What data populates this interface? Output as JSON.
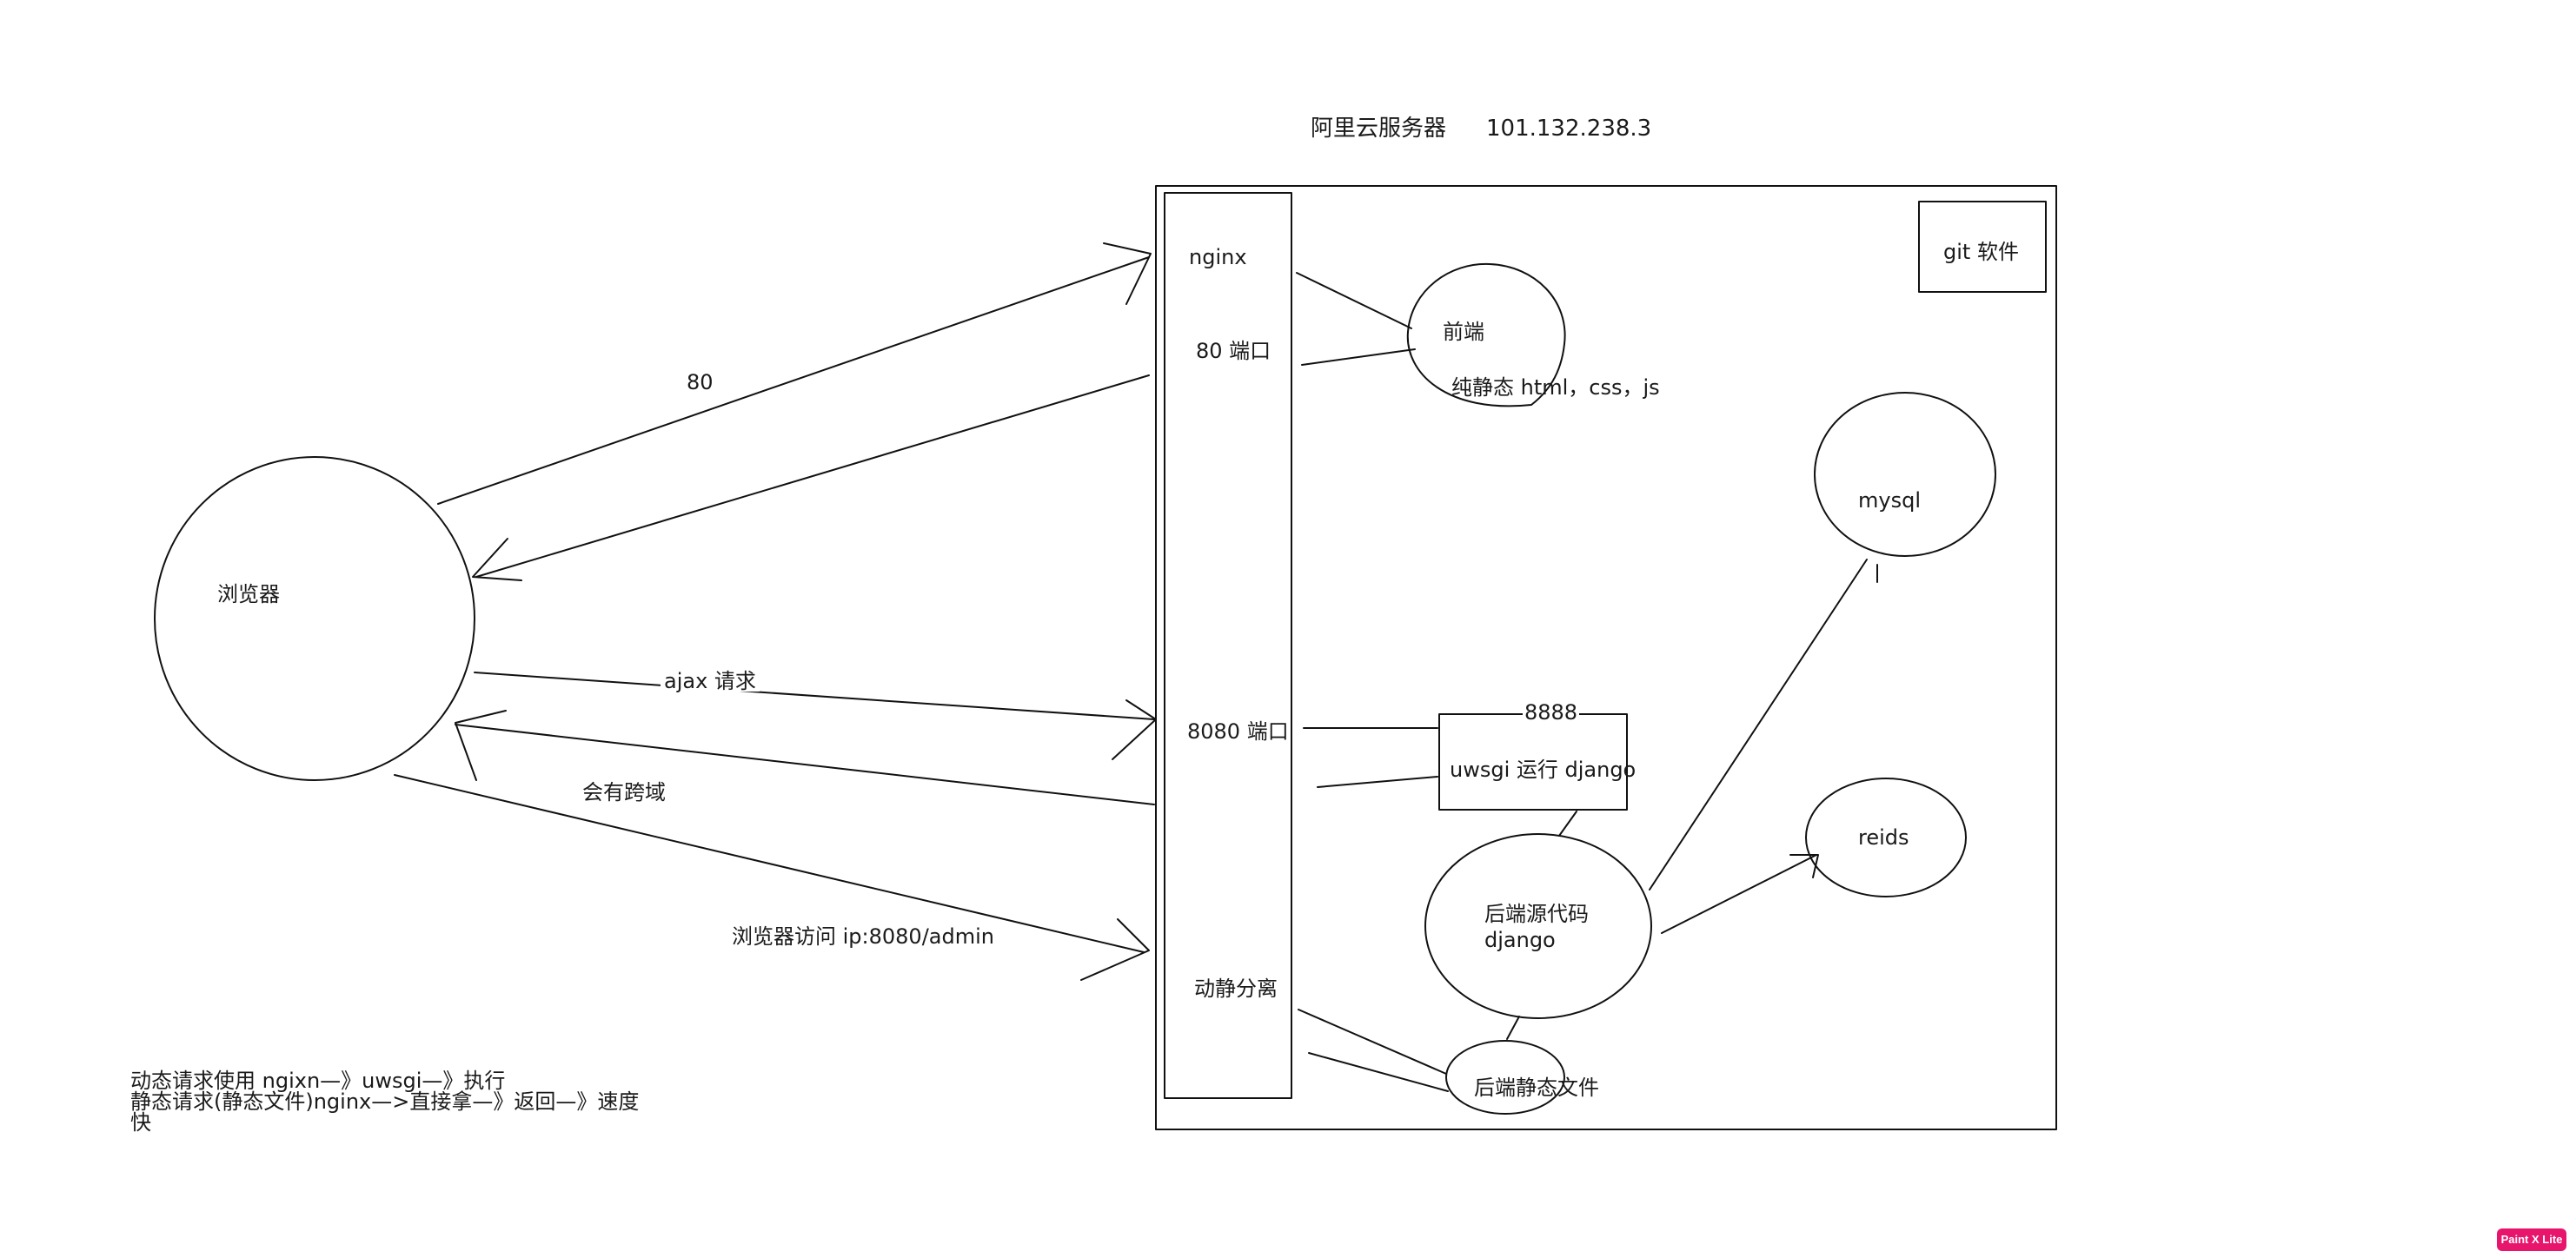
{
  "server": {
    "title": "阿里云服务器",
    "ip": "101.132.238.3",
    "git_box": "git 软件"
  },
  "browser": {
    "label": "浏览器"
  },
  "nginx": {
    "label": "nginx",
    "port80": "80 端口",
    "port8080": "8080 端口",
    "static_dynamic": "动静分离"
  },
  "frontend": {
    "label": "前端",
    "desc": "纯静态 html，css，js"
  },
  "uwsgi": {
    "port": "8888",
    "label": "uwsgi 运行 django"
  },
  "backend": {
    "line1": "后端源代码",
    "line2": "django",
    "static_files": "后端静态文件"
  },
  "mysql": {
    "label": "mysql"
  },
  "redis": {
    "label": "reids"
  },
  "edges": {
    "port80": "80",
    "ajax": "ajax 请求",
    "cross_domain": "会有跨域",
    "admin_access": "浏览器访问  ip:8080/admin"
  },
  "notes": {
    "line1": "动态请求使用 ngixn—》uwsgi—》执行",
    "line2": "静态请求(静态文件)nginx—>直接拿—》返回—》速度",
    "line3": "快"
  },
  "watermark": "Paint X Lite"
}
